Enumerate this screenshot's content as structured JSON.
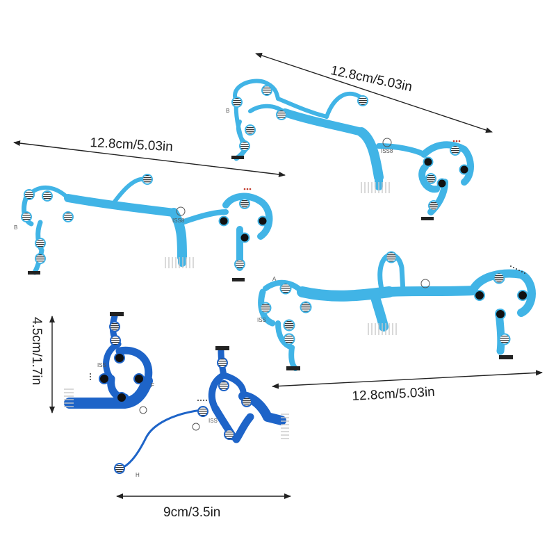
{
  "dimensions": {
    "top_right": "12.8cm/5.03in",
    "top_left": "12.8cm/5.03in",
    "mid_right": "12.8cm/5.03in",
    "vertical": "4.5cm/1.7in",
    "bottom": "9cm/3.5in"
  },
  "circuit_letters": {
    "a": "A",
    "b_top": "B",
    "b_left": "B",
    "f": "F",
    "h": "H"
  },
  "colors": {
    "ribbon_light": "#41b4e6",
    "ribbon_dark": "#1e64c8",
    "contact_black": "#111111",
    "arrow": "#222222"
  }
}
